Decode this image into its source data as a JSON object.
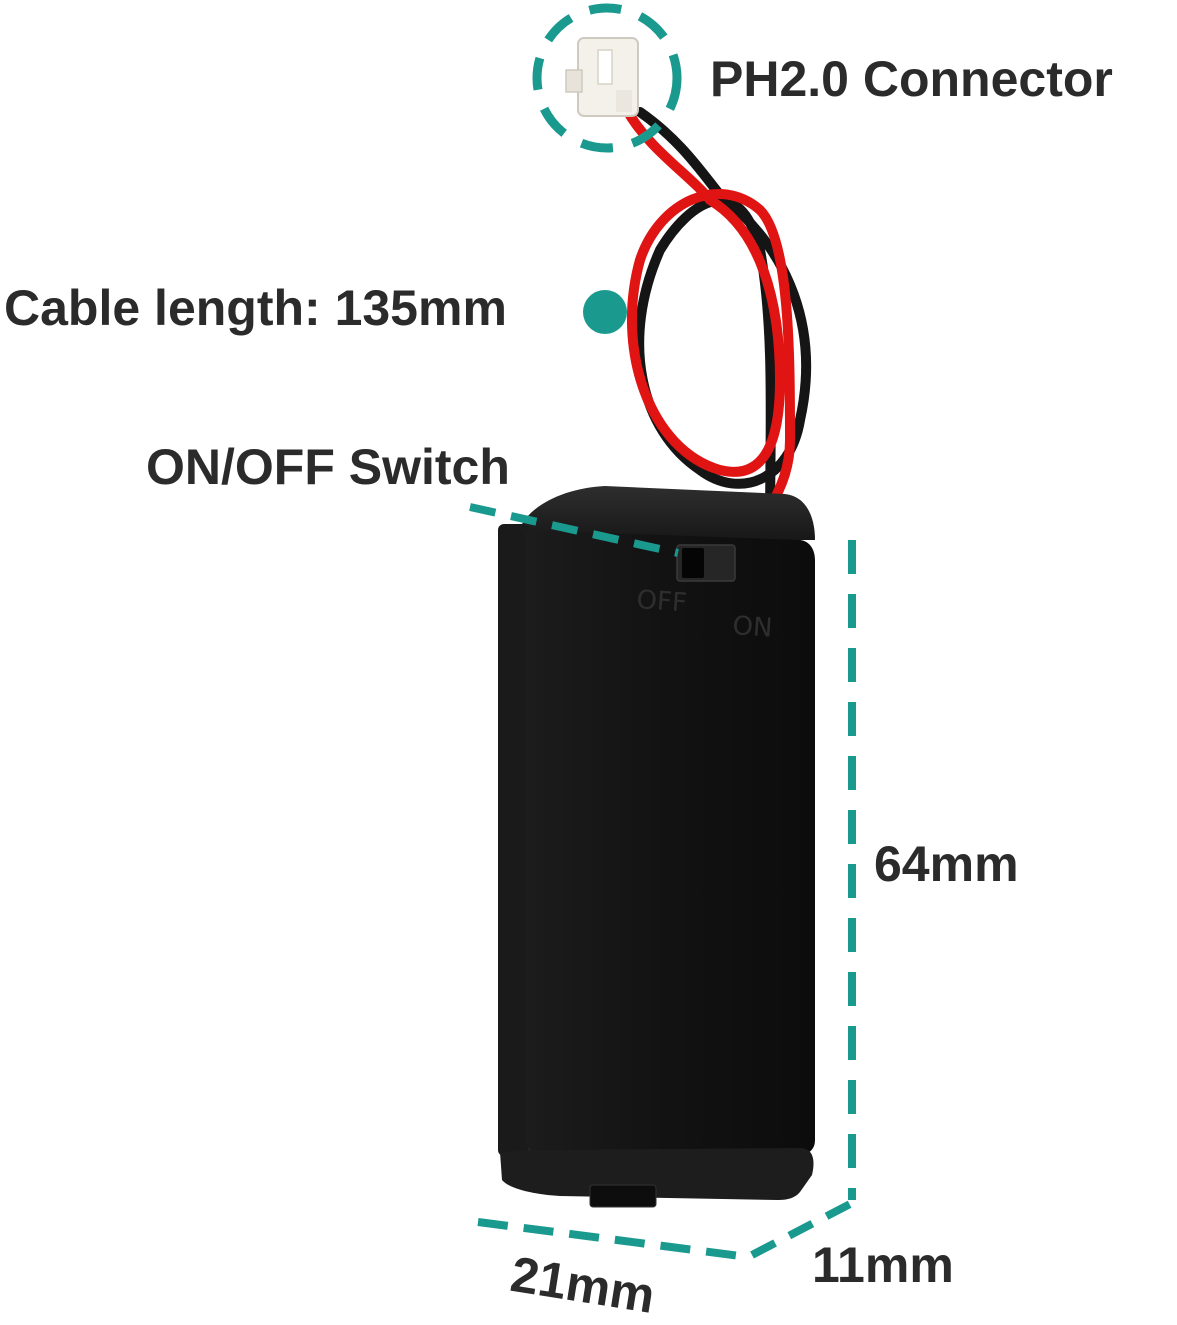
{
  "labels": {
    "connector": "PH2.0 Connector",
    "cable_length": "Cable length: 135mm",
    "switch": "ON/OFF Switch",
    "height": "64mm",
    "width": "21mm",
    "depth": "11mm"
  },
  "product": {
    "switch_off_text": "OFF",
    "switch_on_text": "ON"
  },
  "colors": {
    "accent": "#1a9a8f",
    "case": "#141414",
    "wire_red": "#e11414",
    "wire_black": "#151515",
    "text": "#2b2b2b"
  }
}
